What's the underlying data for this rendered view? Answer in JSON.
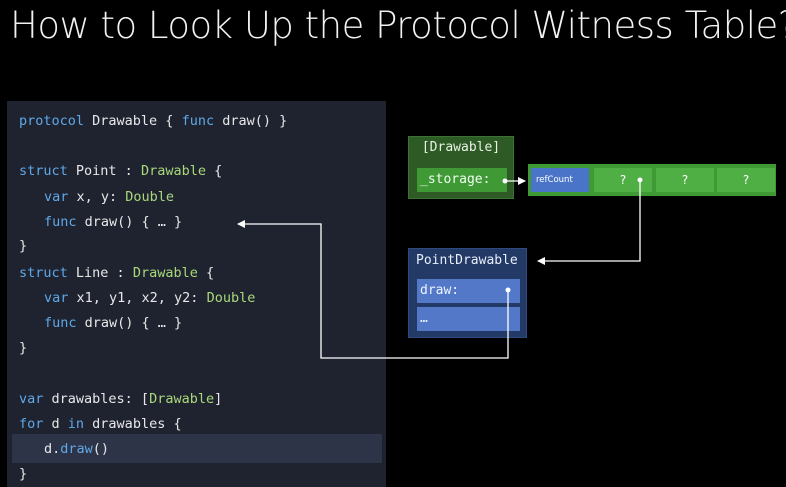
{
  "title": "How to Look Up the Protocol Witness Table?",
  "code": {
    "line1": {
      "kw1": "protocol",
      "rest": " Drawable { ",
      "kw2": "func",
      "rest2": " draw() }"
    },
    "line2": {
      "kw": "struct",
      "name": " Point : ",
      "type": "Drawable",
      "rest": " {"
    },
    "line3": {
      "kw": "var",
      "rest": " x, y: ",
      "type": "Double"
    },
    "line4": {
      "kw": "func",
      "rest": " draw() { … }"
    },
    "line5": {
      "text": "}"
    },
    "line6": {
      "kw": "struct",
      "name": " Line : ",
      "type": "Drawable",
      "rest": " {"
    },
    "line7": {
      "kw": "var",
      "rest": " x1, y1, x2, y2: ",
      "type": "Double"
    },
    "line8": {
      "kw": "func",
      "rest": " draw() { … }"
    },
    "line9": {
      "text": "}"
    },
    "line10": {
      "kw": "var",
      "rest": " drawables: [",
      "type": "Drawable",
      "rest2": "]"
    },
    "line11": {
      "kw1": "for",
      "rest": " d ",
      "kw2": "in",
      "rest2": " drawables {"
    },
    "line12": {
      "pre": "d.",
      "call": "draw",
      "post": "()"
    },
    "line13": {
      "text": "}"
    }
  },
  "existential": {
    "label": "[Drawable]",
    "storage": "_storage:"
  },
  "heap": {
    "ref": "refCount",
    "cells": [
      "?",
      "?",
      "?"
    ]
  },
  "witness_table": {
    "label": "PointDrawable",
    "entries": [
      "draw:",
      "…"
    ]
  },
  "colors": {
    "keyword": "#5fa8e8",
    "type": "#a9d87a",
    "existential": "#3f9a36",
    "witness": "#5478c8"
  }
}
